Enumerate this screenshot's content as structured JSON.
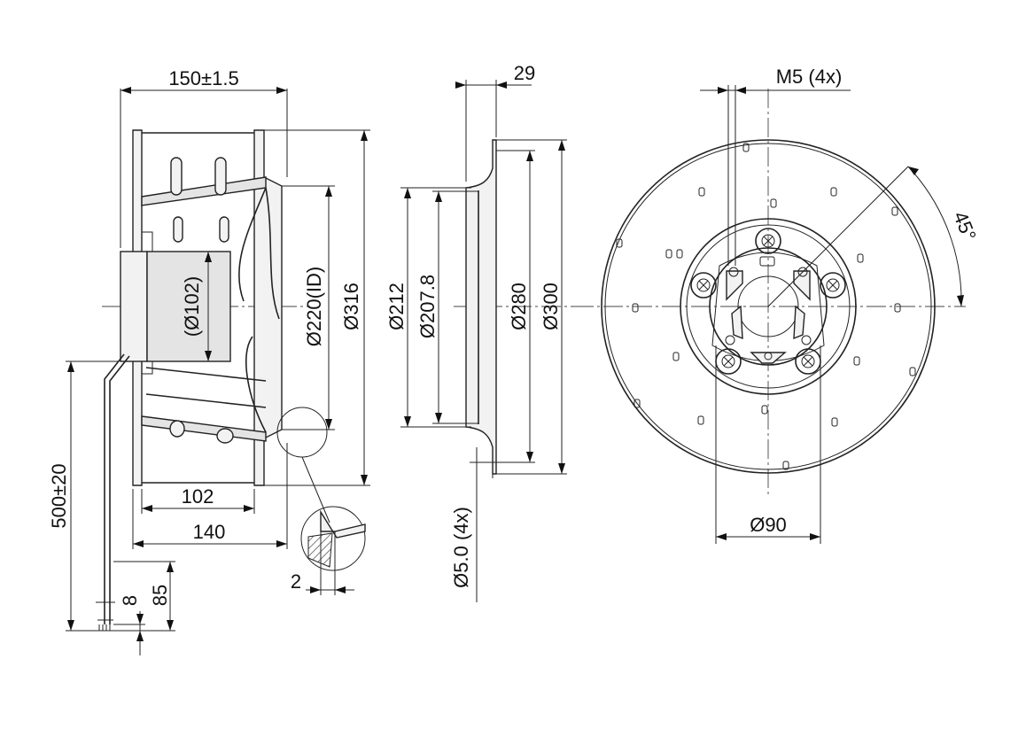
{
  "dimensions": {
    "side_width": "150±1.5",
    "motor_diameter": "(Ø102)",
    "inlet_diameter": "Ø220(ID)",
    "outer_diameter_side": "Ø316",
    "base_length_102": "102",
    "base_length_140": "140",
    "lip_thickness": "2",
    "cable_length": "500±20",
    "cable_strip_8": "8",
    "cable_strip_85": "85",
    "section_width": "29",
    "section_d212": "Ø212",
    "section_d207": "Ø207.8",
    "section_d280": "Ø280",
    "section_d300": "Ø300",
    "holes": "Ø5.0 (4x)",
    "threads": "M5 (4x)",
    "angle": "45°",
    "hub_diameter": "Ø90"
  }
}
